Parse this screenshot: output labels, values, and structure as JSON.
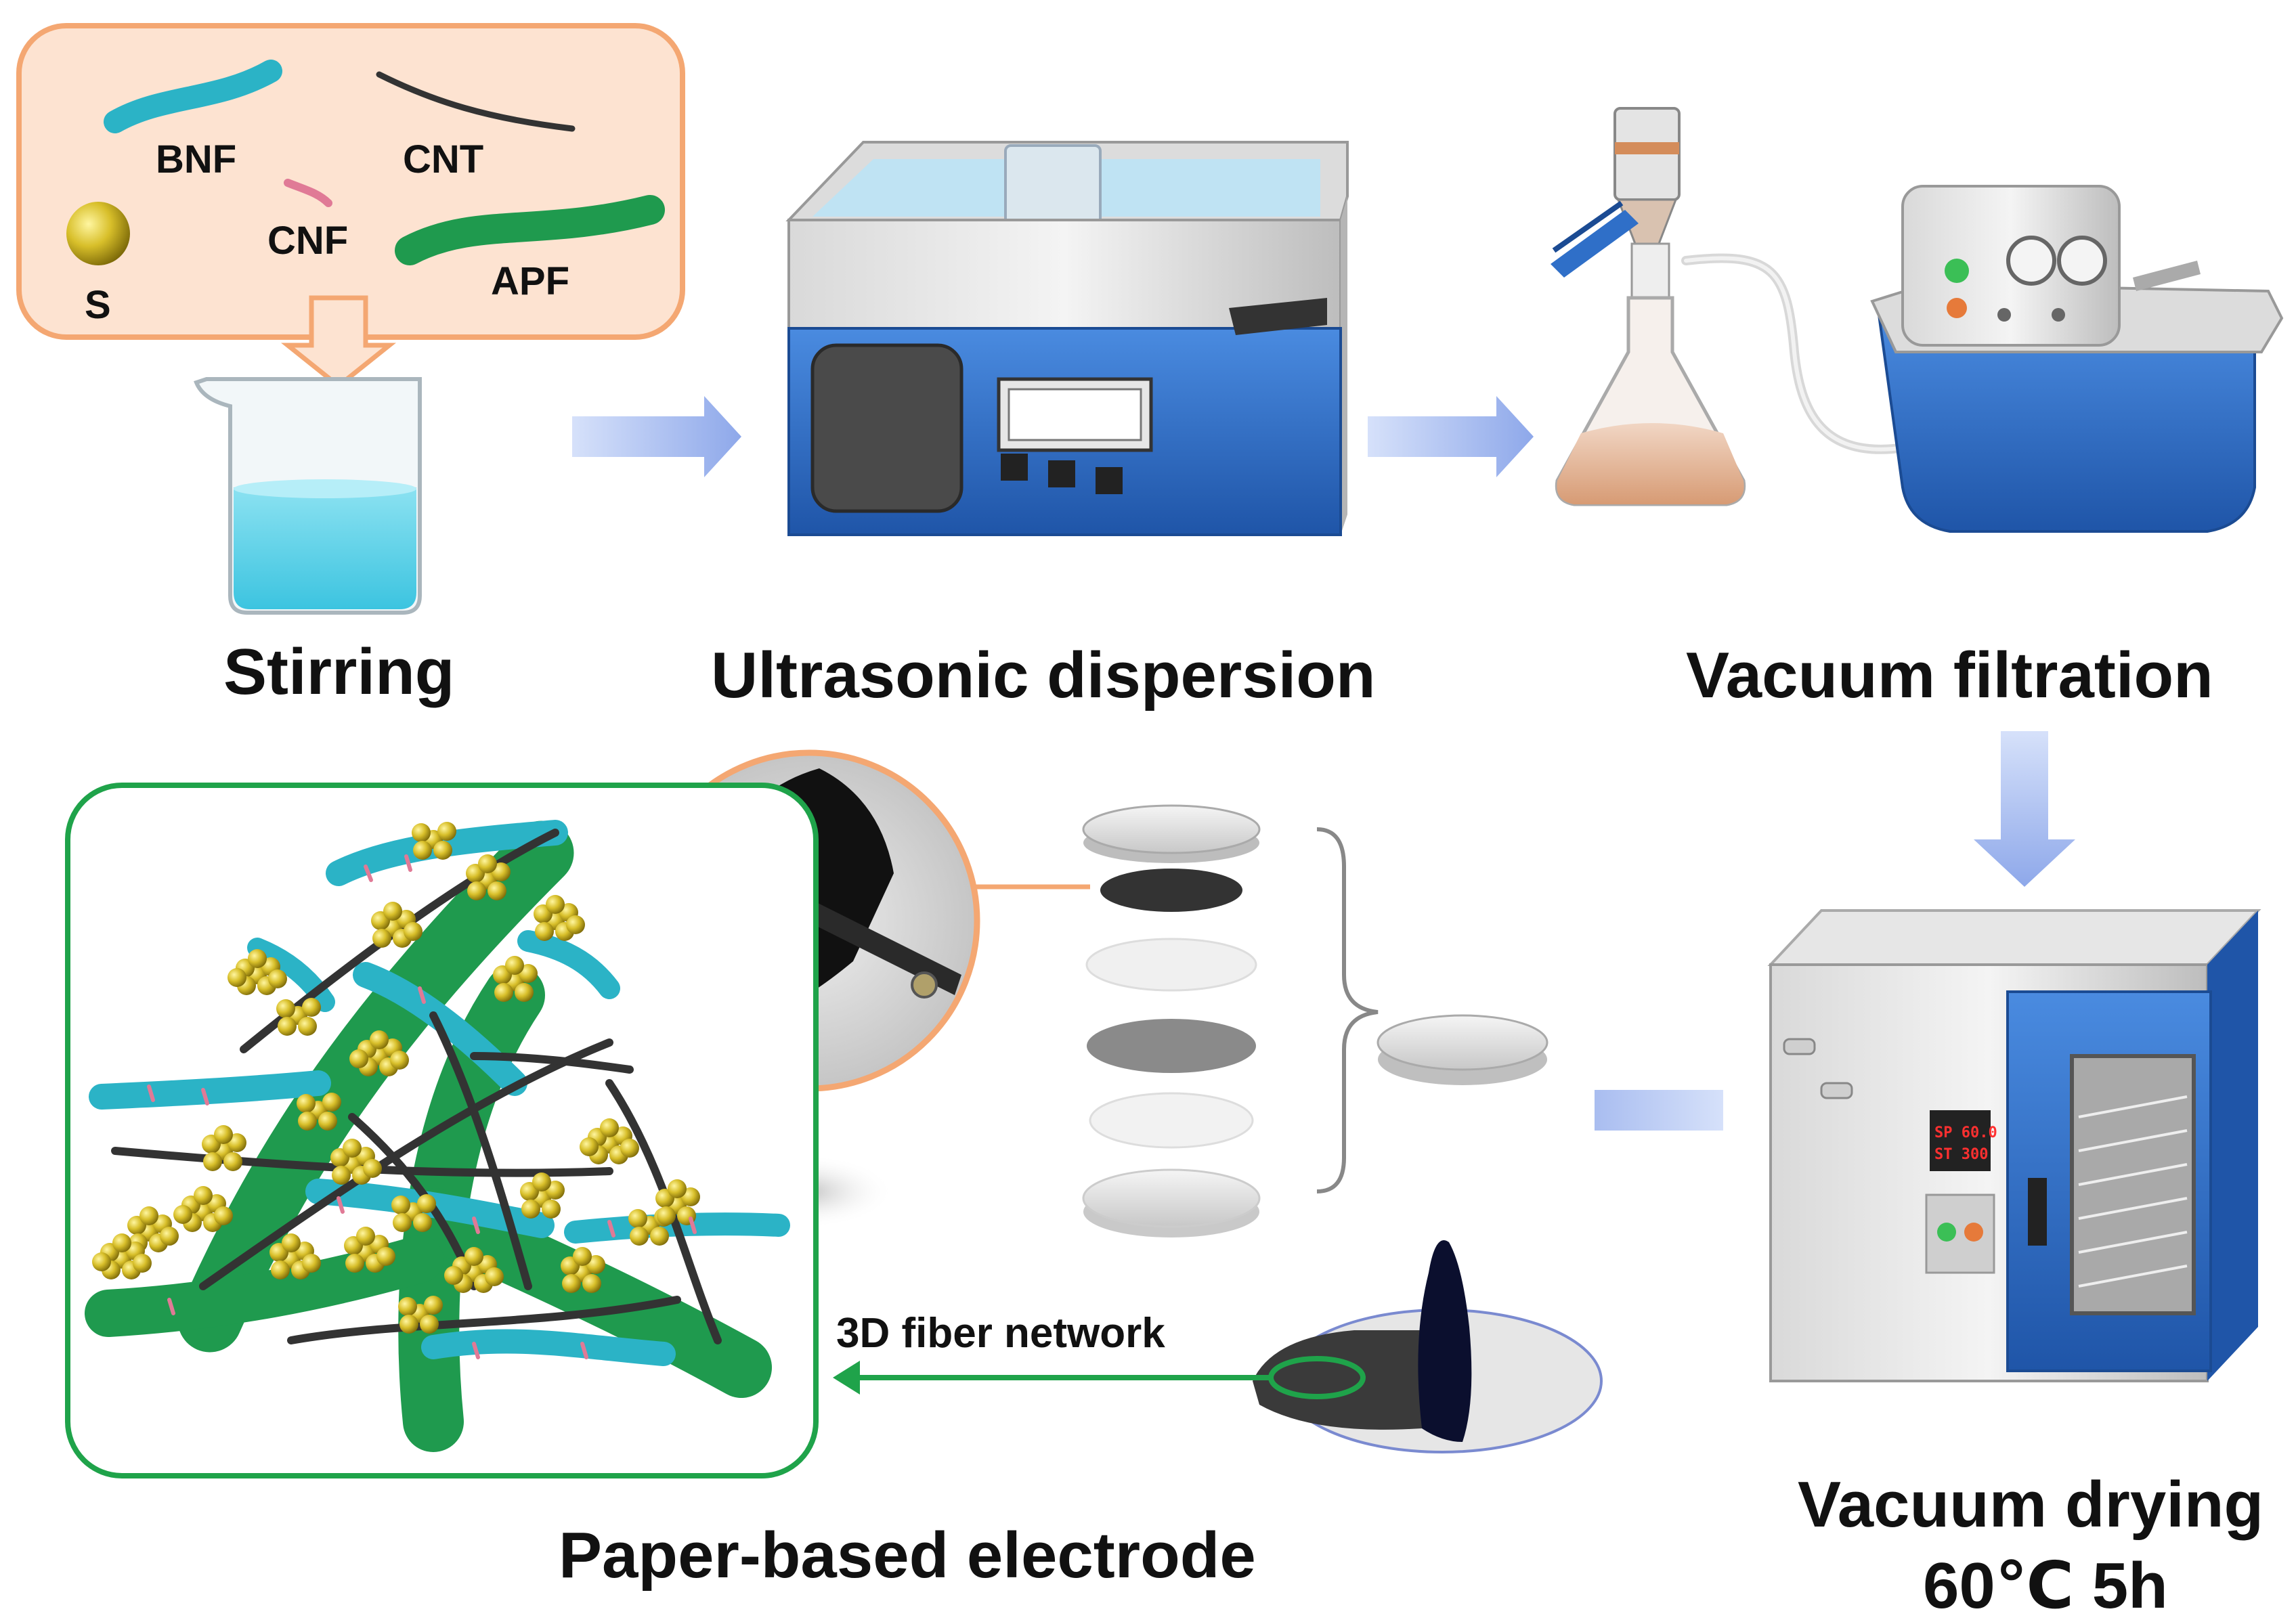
{
  "materials": {
    "bnf": "BNF",
    "cnt": "CNT",
    "cnf": "CNF",
    "s": "S",
    "apf": "APF"
  },
  "steps": {
    "stirring": "Stirring",
    "ultrasonic": "Ultrasonic dispersion",
    "filtration": "Vacuum filtration",
    "drying_line1": "Vacuum drying",
    "drying_line2": "60℃ 5h",
    "electrode": "Paper-based electrode"
  },
  "network_arrow_label": "3D fiber network",
  "oven_display": {
    "line1": "SP 60.0",
    "line2": "ST 300"
  },
  "colors": {
    "bnf": "#2bb3c6",
    "apf": "#1f9a4e",
    "cnf": "#e07a96",
    "sulfur": "#c9b21e",
    "cnt": "#333333",
    "materials_box_border": "#f4a772",
    "materials_box_fill": "#fde3d1",
    "flow_arrow": "#9fb4ec",
    "network_box_border": "#1fa34a",
    "device_blue": "#2f6fc8"
  }
}
